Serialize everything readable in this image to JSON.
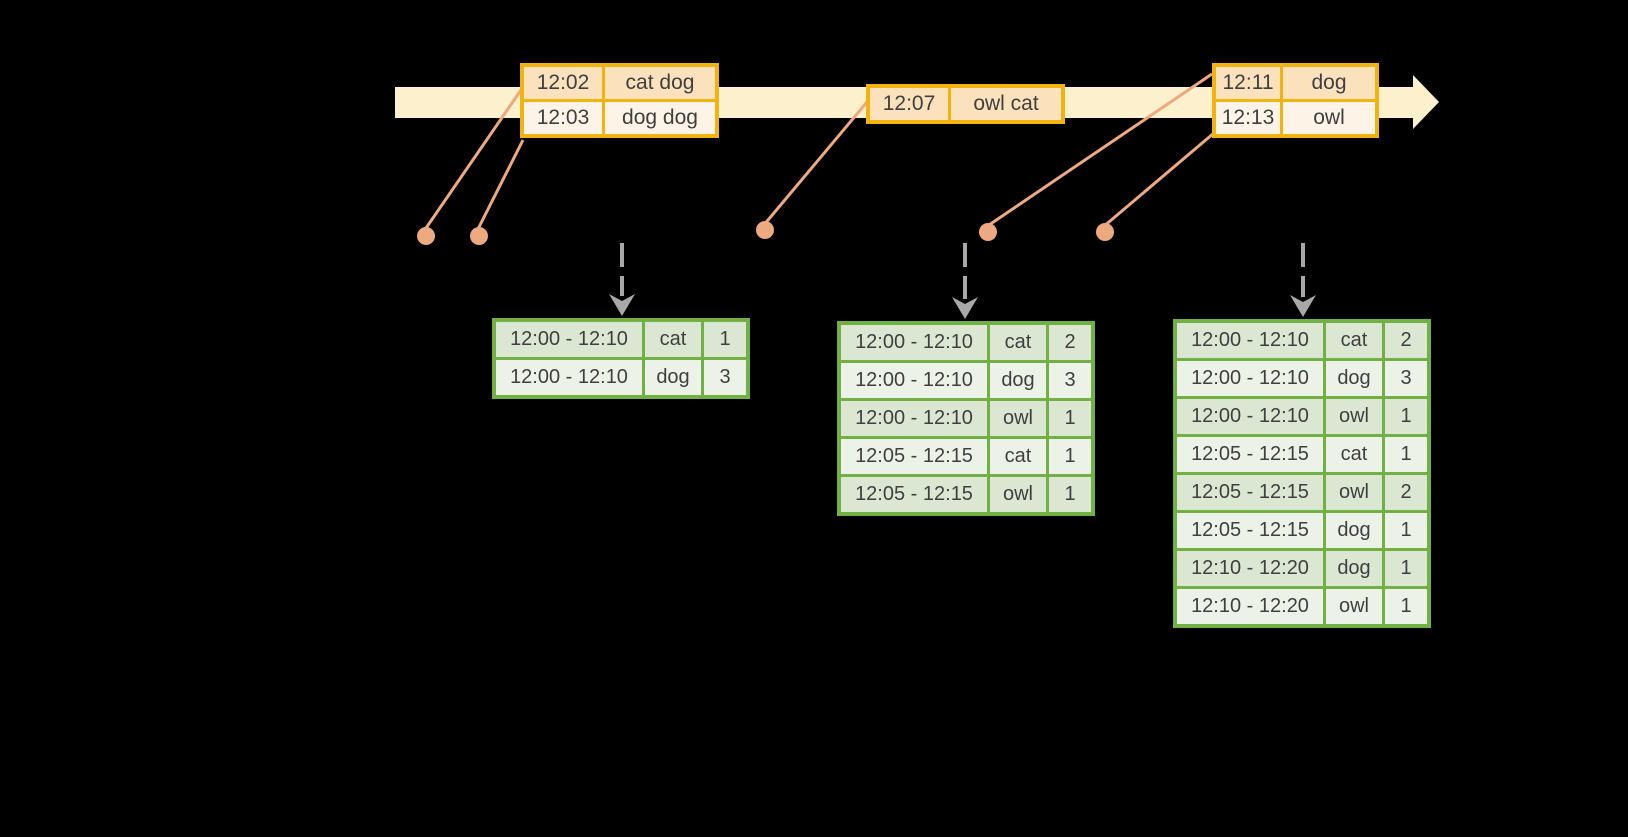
{
  "colors": {
    "background": "#000000",
    "band": "#fcf0cd",
    "amber": "#f0b310",
    "peach-dark": "#fbe1bc",
    "peach-light": "#fdf3e6",
    "salmon": "#eda97f",
    "green": "#72b043",
    "sage-dark": "#dce7d3",
    "sage-light": "#edf2e9",
    "gray-arrow": "#a8a8a8",
    "text": "#3f3f3f"
  },
  "icons": {
    "timeline_head": "arrow-right-icon",
    "trigger_arrow": "arrow-down-icon",
    "event_marker": "dot-icon"
  },
  "timeline": {
    "direction": "left-to-right",
    "event_tables": [
      {
        "rows": [
          {
            "time": "12:02",
            "words": "cat dog"
          },
          {
            "time": "12:03",
            "words": "dog dog"
          }
        ]
      },
      {
        "rows": [
          {
            "time": "12:07",
            "words": "owl cat"
          }
        ]
      },
      {
        "rows": [
          {
            "time": "12:11",
            "words": "dog"
          },
          {
            "time": "12:13",
            "words": "owl"
          }
        ]
      }
    ]
  },
  "result_tables": [
    {
      "rows": [
        {
          "window": "12:00 - 12:10",
          "word": "cat",
          "count": "1"
        },
        {
          "window": "12:00 - 12:10",
          "word": "dog",
          "count": "3"
        }
      ]
    },
    {
      "rows": [
        {
          "window": "12:00 - 12:10",
          "word": "cat",
          "count": "2"
        },
        {
          "window": "12:00 - 12:10",
          "word": "dog",
          "count": "3"
        },
        {
          "window": "12:00 - 12:10",
          "word": "owl",
          "count": "1"
        },
        {
          "window": "12:05 - 12:15",
          "word": "cat",
          "count": "1"
        },
        {
          "window": "12:05 - 12:15",
          "word": "owl",
          "count": "1"
        }
      ]
    },
    {
      "rows": [
        {
          "window": "12:00 - 12:10",
          "word": "cat",
          "count": "2"
        },
        {
          "window": "12:00 - 12:10",
          "word": "dog",
          "count": "3"
        },
        {
          "window": "12:00 - 12:10",
          "word": "owl",
          "count": "1"
        },
        {
          "window": "12:05 - 12:15",
          "word": "cat",
          "count": "1"
        },
        {
          "window": "12:05 - 12:15",
          "word": "owl",
          "count": "2"
        },
        {
          "window": "12:05 - 12:15",
          "word": "dog",
          "count": "1"
        },
        {
          "window": "12:10 - 12:20",
          "word": "dog",
          "count": "1"
        },
        {
          "window": "12:10 - 12:20",
          "word": "owl",
          "count": "1"
        }
      ]
    }
  ]
}
